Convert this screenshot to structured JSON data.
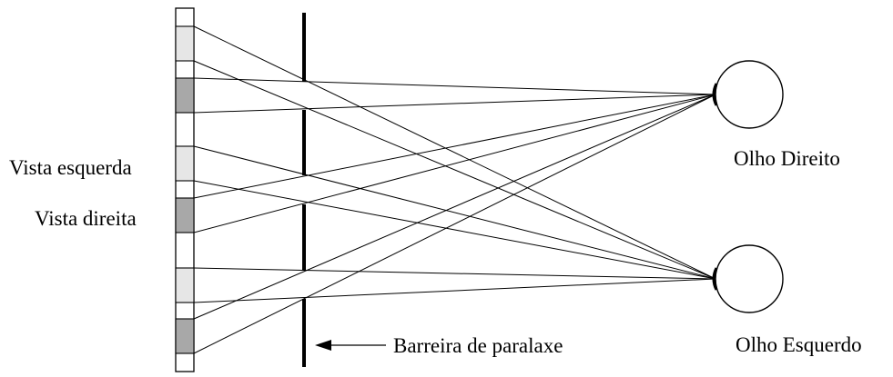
{
  "labels": {
    "left_view": "Vista esquerda",
    "right_view": "Vista direita",
    "barrier": "Barreira de paralaxe",
    "right_eye": "Olho Direito",
    "left_eye": "Olho Esquerdo"
  },
  "colors": {
    "left_view_pixel": "#e6e6e6",
    "right_view_pixel": "#a8a8a8",
    "strip_background": "#ffffff",
    "lines": "#000000"
  },
  "pixel_columns": [
    {
      "view": "left"
    },
    {
      "view": "right"
    },
    {
      "view": "left"
    },
    {
      "view": "right"
    },
    {
      "view": "left"
    },
    {
      "view": "right"
    }
  ]
}
